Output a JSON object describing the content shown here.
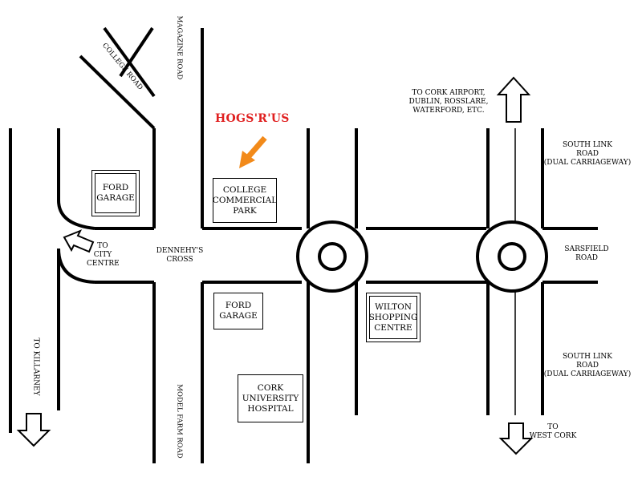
{
  "brand": {
    "name": "HOGS'R'US",
    "color": "#e02020"
  },
  "marker_color": "#f28a1a",
  "roads": {
    "college_road": "COLLEGE ROAD",
    "magazine_road": "MAGAZINE ROAD",
    "model_farm_road": "MODEL FARM ROAD",
    "dennehys_cross": [
      "DENNEHY'S",
      "CROSS"
    ],
    "sarsfield_road": [
      "SARSFIELD",
      "ROAD"
    ],
    "south_link_top": [
      "SOUTH LINK",
      "ROAD",
      "(DUAL CARRIAGEWAY)"
    ],
    "south_link_bottom": [
      "SOUTH LINK",
      "ROAD",
      "(DUAL CARRIAGEWAY)"
    ]
  },
  "directions": {
    "city_centre": [
      "TO",
      "CITY",
      "CENTRE"
    ],
    "killarney": "TO KILLARNEY",
    "cork_airport": [
      "TO CORK AIRPORT,",
      "DUBLIN, ROSSLARE,",
      "WATERFORD, ETC."
    ],
    "west_cork": [
      "TO",
      "WEST CORK"
    ]
  },
  "landmarks": {
    "ford_garage_top": [
      "FORD",
      "GARAGE"
    ],
    "college_commercial_park": [
      "COLLEGE",
      "COMMERCIAL",
      "PARK"
    ],
    "ford_garage_bottom": [
      "FORD",
      "GARAGE"
    ],
    "wilton_shopping_centre": [
      "WILTON",
      "SHOPPING",
      "CENTRE"
    ],
    "cork_university_hospital": [
      "CORK",
      "UNIVERSITY",
      "HOSPITAL"
    ]
  }
}
